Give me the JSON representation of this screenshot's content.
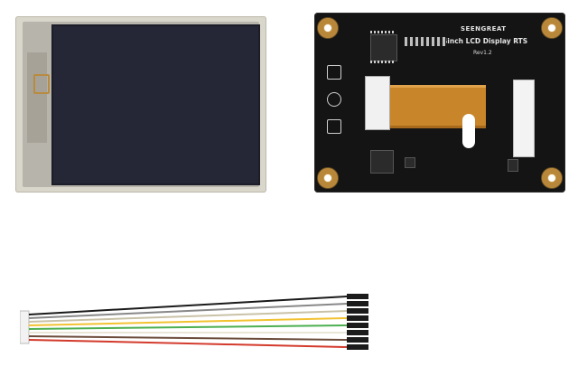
{
  "pcb": {
    "brand": "SEENGREAT",
    "model": "2.4inch LCD Display RTS",
    "revision": "Rev1.2"
  },
  "cable": {
    "wire_colors": [
      "#1a1a1a",
      "#888888",
      "#c9c2a8",
      "#f2c230",
      "#4caf50",
      "#e9e6d8",
      "#6b4b3a",
      "#d33a2c"
    ]
  }
}
